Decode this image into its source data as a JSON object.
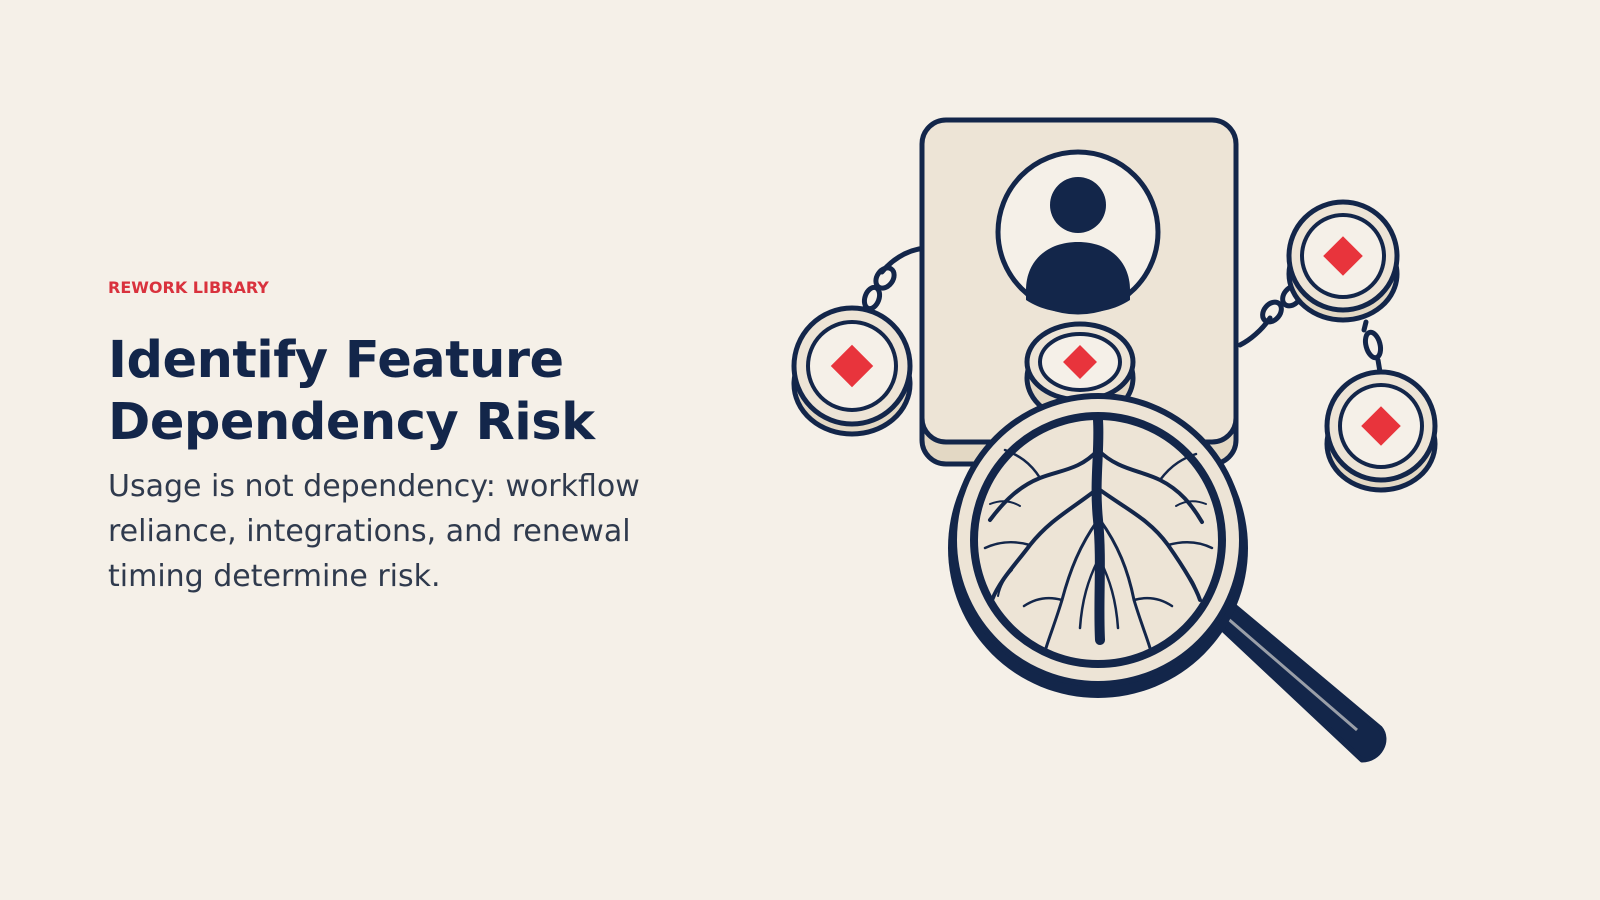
{
  "slide": {
    "eyebrow": "REWORK LIBRARY",
    "title_line1": "Identify Feature",
    "title_line2": "Dependency Risk",
    "subtitle": "Usage is not dependency: workflow reliance, integrations, and renewal timing determine risk."
  },
  "illustration": {
    "icons": [
      "user-card-icon",
      "magnifying-glass-icon",
      "roots-icon",
      "risk-token-icon",
      "chain-link-icon"
    ]
  },
  "colors": {
    "background": "#f5f0e8",
    "navy": "#13264a",
    "accent_red": "#e8343c",
    "card_fill": "#ede4d6"
  }
}
